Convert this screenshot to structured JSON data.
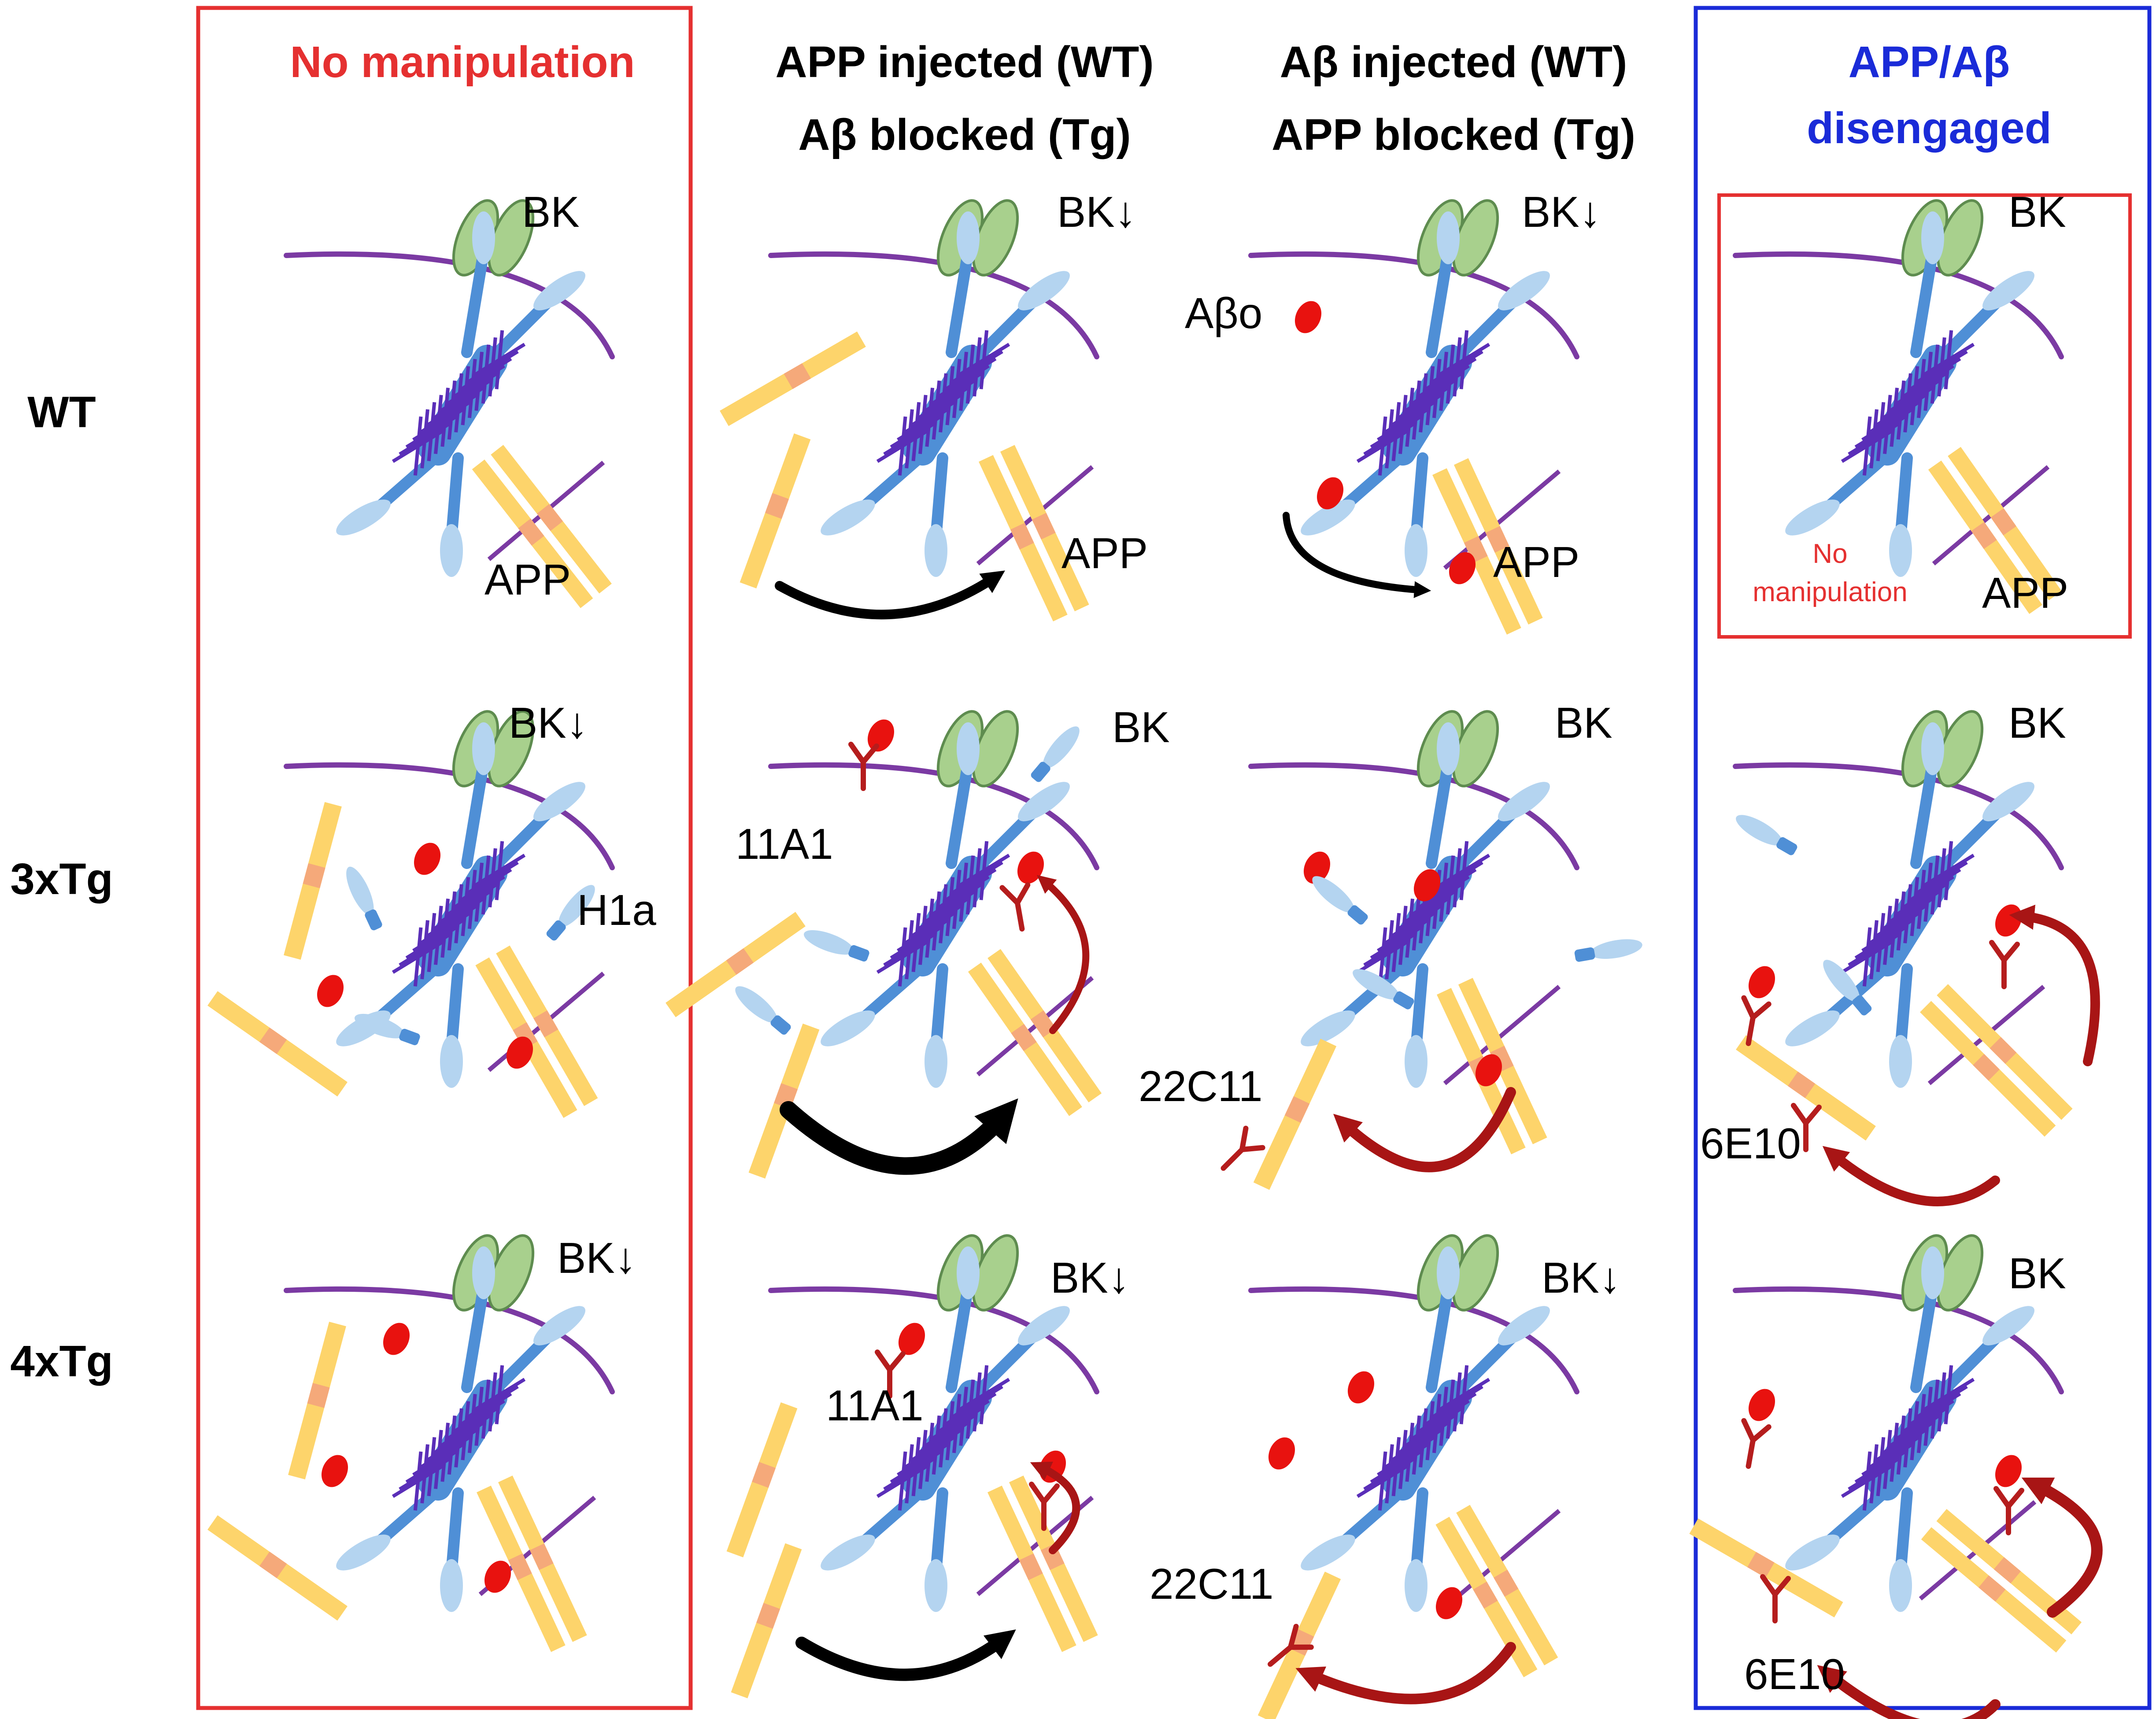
{
  "colors": {
    "red": "#e53030",
    "blue": "#1a2bd8",
    "membrane": "#7b3aa3",
    "channel": "#a8d08d",
    "channel_stroke": "#5e8c4f",
    "h1a": "#4f8fd6",
    "h1a_light": "#b4d4f0",
    "app": "#fdd46b",
    "app_mark": "#f5a97a",
    "abeta": "#e8120f",
    "antibody": "#b51d1d",
    "arrow_dark": "#000000",
    "arrow_red": "#a81515",
    "coil": "#5a2eb8"
  },
  "headers": {
    "col1": "No manipulation",
    "col2_line1": "APP injected (WT)",
    "col2_line2": "Aβ blocked (Tg)",
    "col3_line1": "Aβ injected (WT)",
    "col3_line2": "APP blocked (Tg)",
    "col4_line1": "APP/Aβ",
    "col4_line2": "disengaged"
  },
  "rows": {
    "wt": "WT",
    "tg3": "3xTg",
    "tg4": "4xTg"
  },
  "labels": {
    "bk": "BK",
    "bk_down": "BK↓",
    "app": "APP",
    "abo": "Aβo",
    "h1a": "H1a",
    "ab_11a1": "11A1",
    "ab_22c11": "22C11",
    "ab_6e10": "6E10",
    "inset_line1": "No",
    "inset_line2": "manipulation"
  }
}
